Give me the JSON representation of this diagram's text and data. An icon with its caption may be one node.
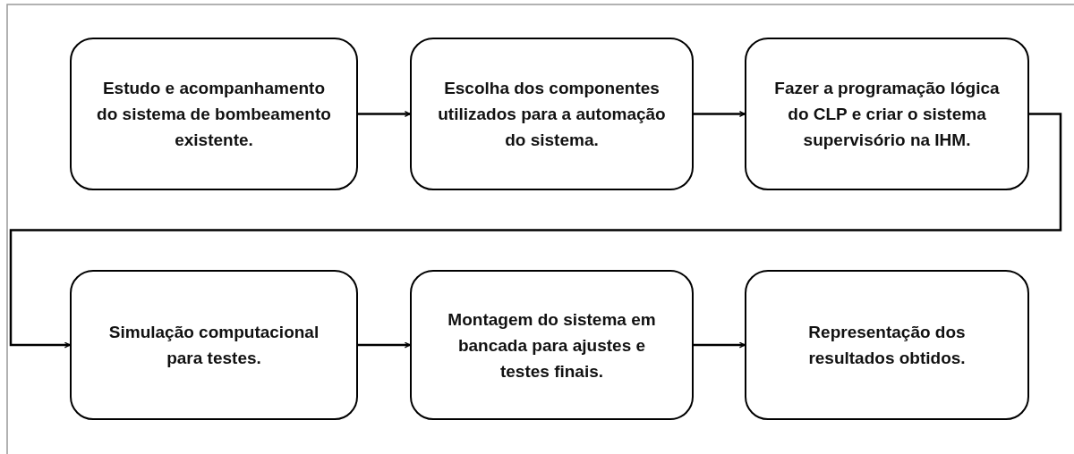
{
  "diagram": {
    "nodes": [
      {
        "text": [
          "Estudo e acompanhamento do sistema de bombeamento existente."
        ]
      },
      {
        "text": [
          "Escolha dos componentes utilizados para a automação do sistema."
        ]
      },
      {
        "text": [
          "Fazer a programação lógica do CLP e criar o sistema supervisório na IHM."
        ]
      },
      {
        "text": [
          "Simulação computacional para testes."
        ]
      },
      {
        "text": [
          "Montagem do sistema em bancada para ajustes e testes finais."
        ]
      },
      {
        "text": [
          "Representação dos resultados obtidos."
        ]
      }
    ],
    "edges": [
      {
        "from": 0,
        "to": 1,
        "arrow": "to"
      },
      {
        "from": 1,
        "to": 2,
        "arrow": "to"
      },
      {
        "from": 2,
        "to": 3,
        "arrow": "to"
      },
      {
        "from": 3,
        "to": 4,
        "arrow": "to"
      },
      {
        "from": 4,
        "to": 5,
        "arrow": "to"
      }
    ]
  }
}
